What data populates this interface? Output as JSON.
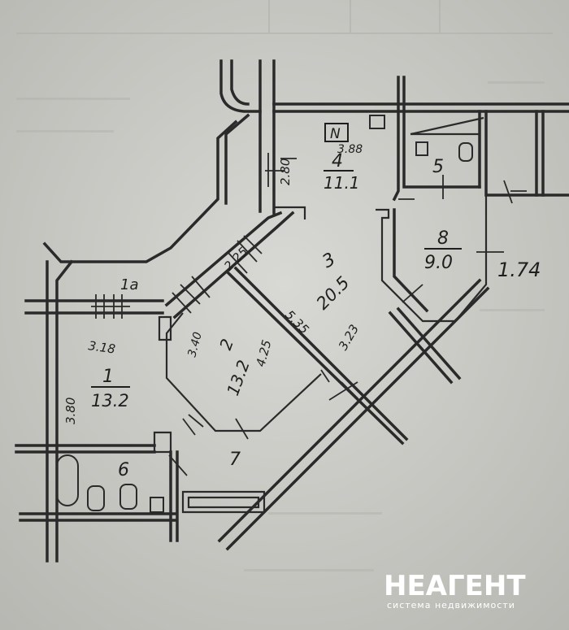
{
  "rooms": [
    {
      "number": "1",
      "area": "13.2"
    },
    {
      "number": "2",
      "area": "13.2"
    },
    {
      "number": "3",
      "area": "20.5"
    },
    {
      "number": "4",
      "area": "11.1"
    },
    {
      "number": "5"
    },
    {
      "number": "6"
    },
    {
      "number": "7"
    },
    {
      "number": "8",
      "area": "9.0"
    },
    {
      "number": "1a"
    }
  ],
  "dimensions": [
    "3.88",
    "2.80",
    "2.25",
    "1.74",
    "3.18",
    "3.80",
    "3.40",
    "4.25",
    "5.35",
    "3.23"
  ],
  "marker": "N",
  "watermark": {
    "brand": "НЕАГЕНТ",
    "tagline": "система недвижимости"
  }
}
